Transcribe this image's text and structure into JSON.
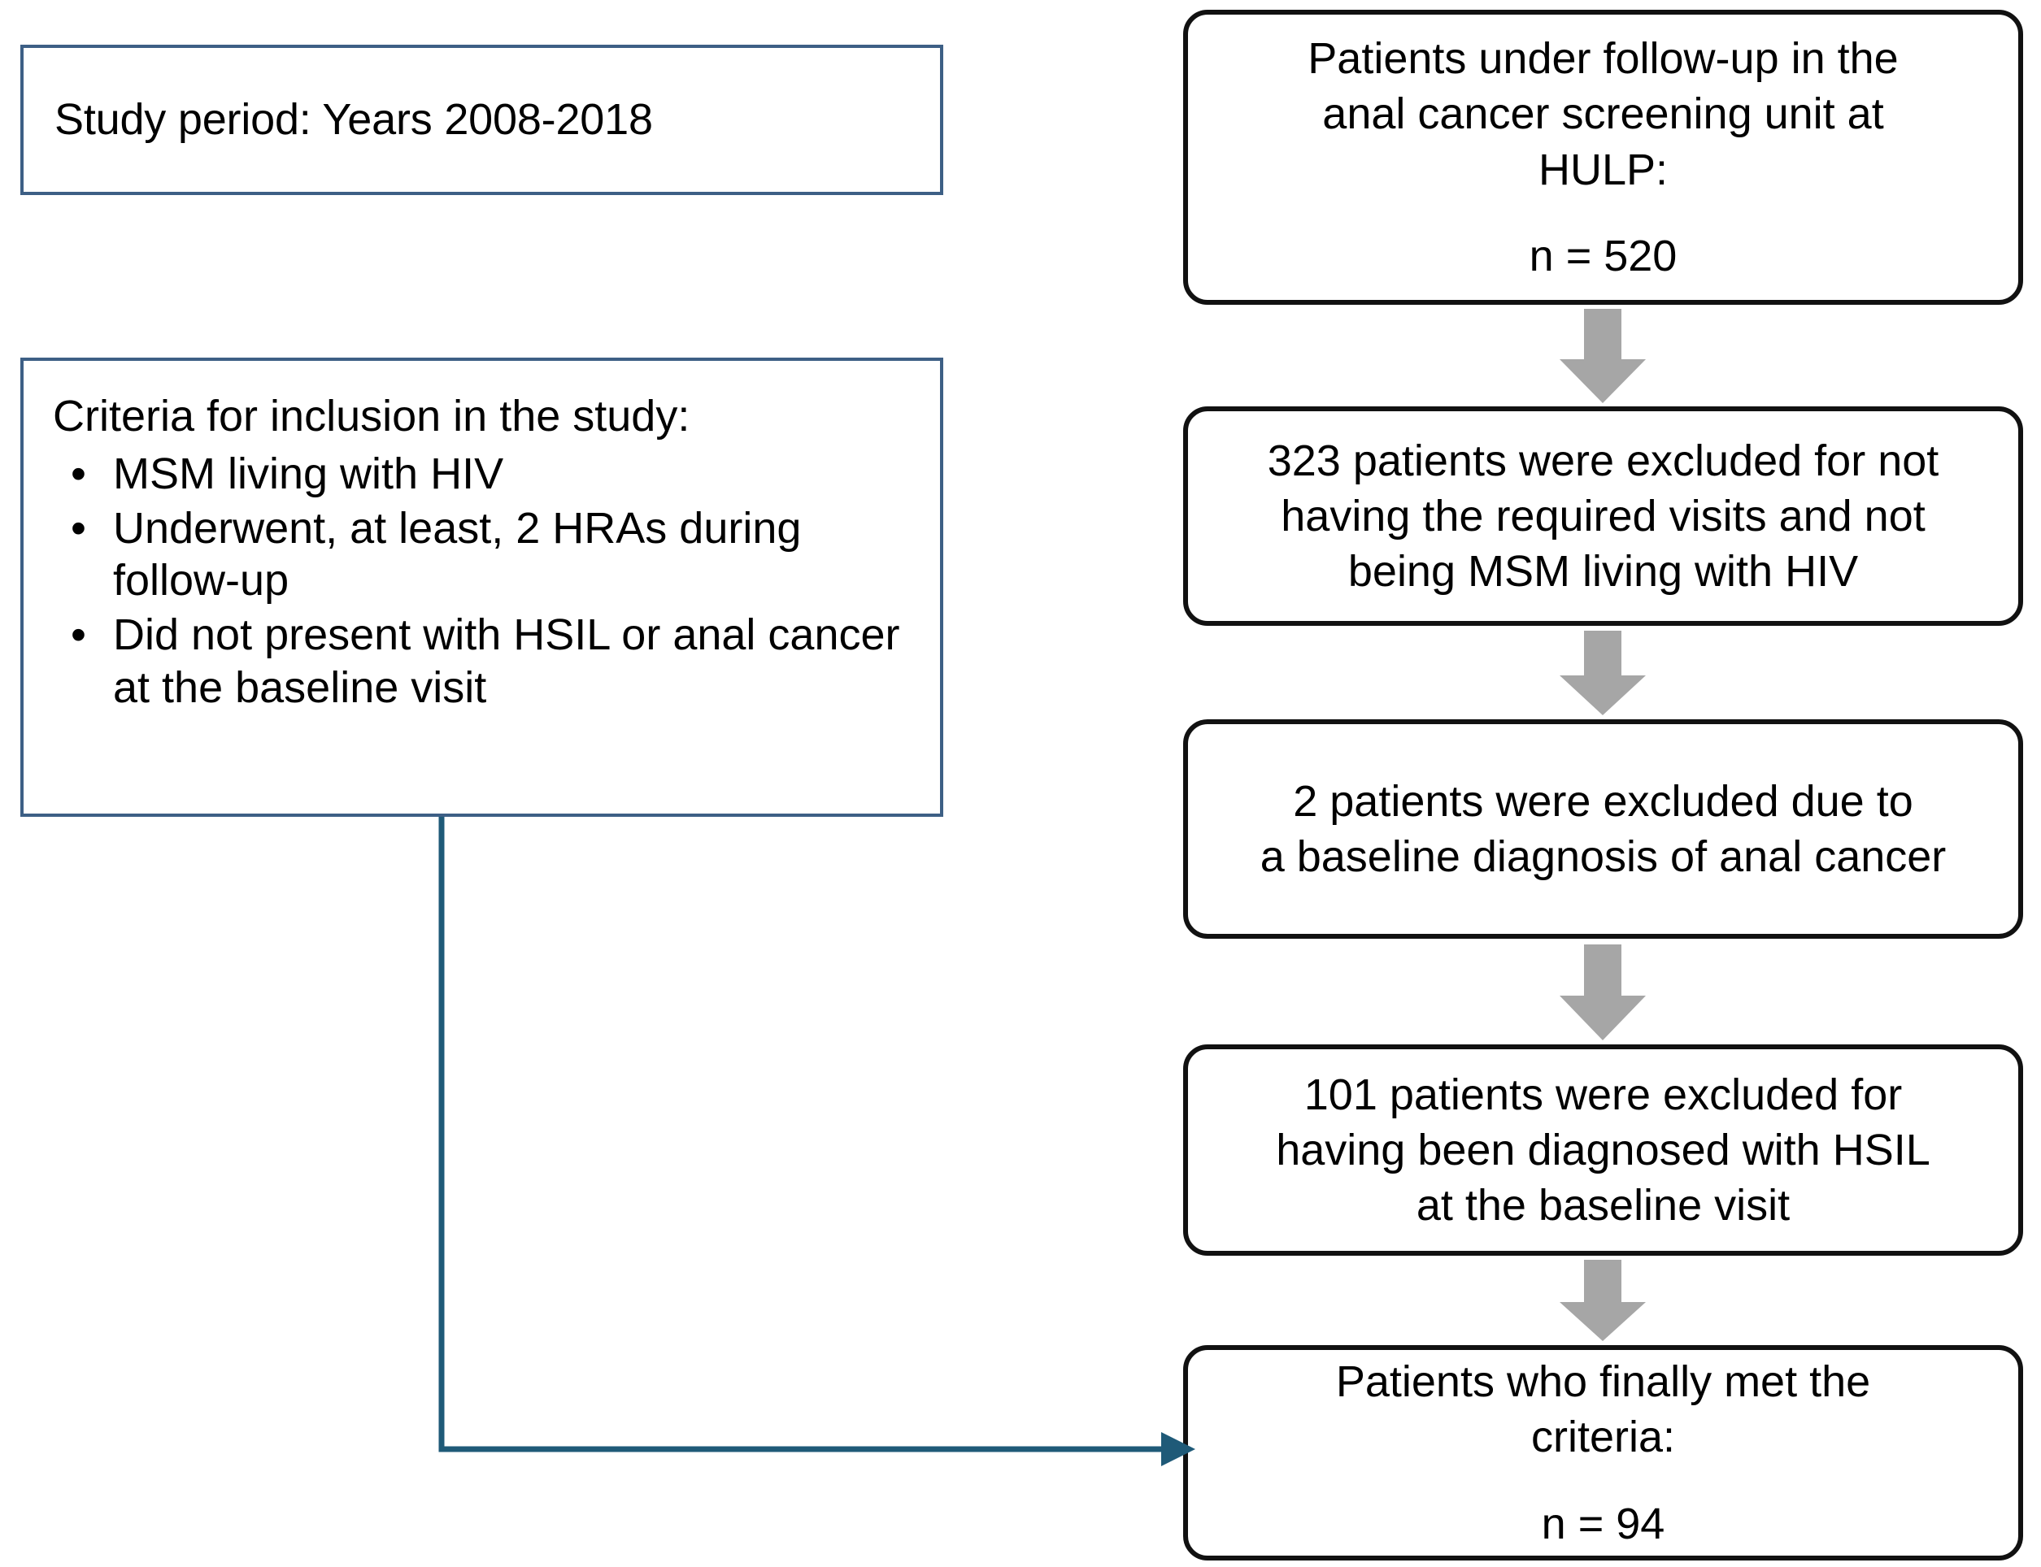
{
  "diagram": {
    "type": "flowchart",
    "title": "Patient selection flow diagram",
    "colors": {
      "left_box_border": "#3d5f85",
      "flow_box_border": "#111111",
      "gray_arrow": "#a6a6a6",
      "connector_line": "#1f5a78",
      "background": "#ffffff",
      "text": "#000000"
    },
    "left_column": {
      "study_period_box": {
        "text": "Study period: Years 2008-2018"
      },
      "criteria_box": {
        "heading": "Criteria for inclusion in the study:",
        "bullet_glyph": "•",
        "bullets": [
          "MSM living with HIV",
          "Underwent, at least, 2 HRAs during follow-up",
          "Did not present with HSIL or anal cancer at the baseline visit"
        ]
      }
    },
    "flow_boxes": [
      {
        "id": "source-population",
        "line1": "Patients under follow-up in the",
        "line2": "anal cancer screening unit at",
        "line3": "HULP:",
        "count_line": "n = 520",
        "n": 520
      },
      {
        "id": "excluded-visits-msm",
        "line1": "323 patients were excluded for not",
        "line2": "having the required visits and not",
        "line3": "being MSM living with HIV",
        "count_line": "",
        "n": 323
      },
      {
        "id": "excluded-baseline-cancer",
        "line1": "2 patients were excluded due to",
        "line2": "a baseline diagnosis of anal cancer",
        "line3": "",
        "count_line": "",
        "n": 2
      },
      {
        "id": "excluded-baseline-hsil",
        "line1": "101 patients were excluded for",
        "line2": "having been diagnosed with HSIL",
        "line3": "at the baseline visit",
        "count_line": "",
        "n": 101
      },
      {
        "id": "final-cohort",
        "line1": "Patients who finally met the",
        "line2": "criteria:",
        "line3": "",
        "count_line": "n = 94",
        "n": 94
      }
    ],
    "connectors": {
      "gray_arrows": [
        {
          "name": "arrow-source-to-excluded-visits"
        },
        {
          "name": "arrow-excluded-visits-to-excluded-cancer"
        },
        {
          "name": "arrow-excluded-cancer-to-excluded-hsil"
        },
        {
          "name": "arrow-excluded-hsil-to-final"
        }
      ],
      "elbow_connector": {
        "name": "criteria-to-final-cohort-connector",
        "from": "criteria_box",
        "to": "final-cohort"
      }
    }
  }
}
